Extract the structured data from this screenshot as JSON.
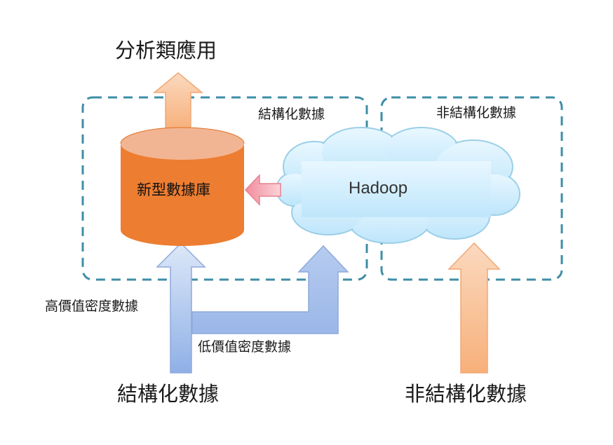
{
  "labels": {
    "analytics_apps": "分析類應用",
    "structured_small": "結構化數據",
    "unstructured_small": "非結構化數據",
    "new_database": "新型數據庫",
    "hadoop": "Hadoop",
    "high_value": "高價值密度數據",
    "low_value": "低價值密度數據",
    "structured_big": "結構化數據",
    "unstructured_big": "非結構化數據"
  },
  "colors": {
    "dashed_border": "#3d8ea6",
    "database_fill": "#ed7d31",
    "database_top": "#f2b593",
    "hadoop_cloud": "#cfeeff",
    "blue_arrow": "#a9c1ea",
    "orange_arrow": "#f6be95",
    "pink_arrow": "#f4a7b2"
  }
}
